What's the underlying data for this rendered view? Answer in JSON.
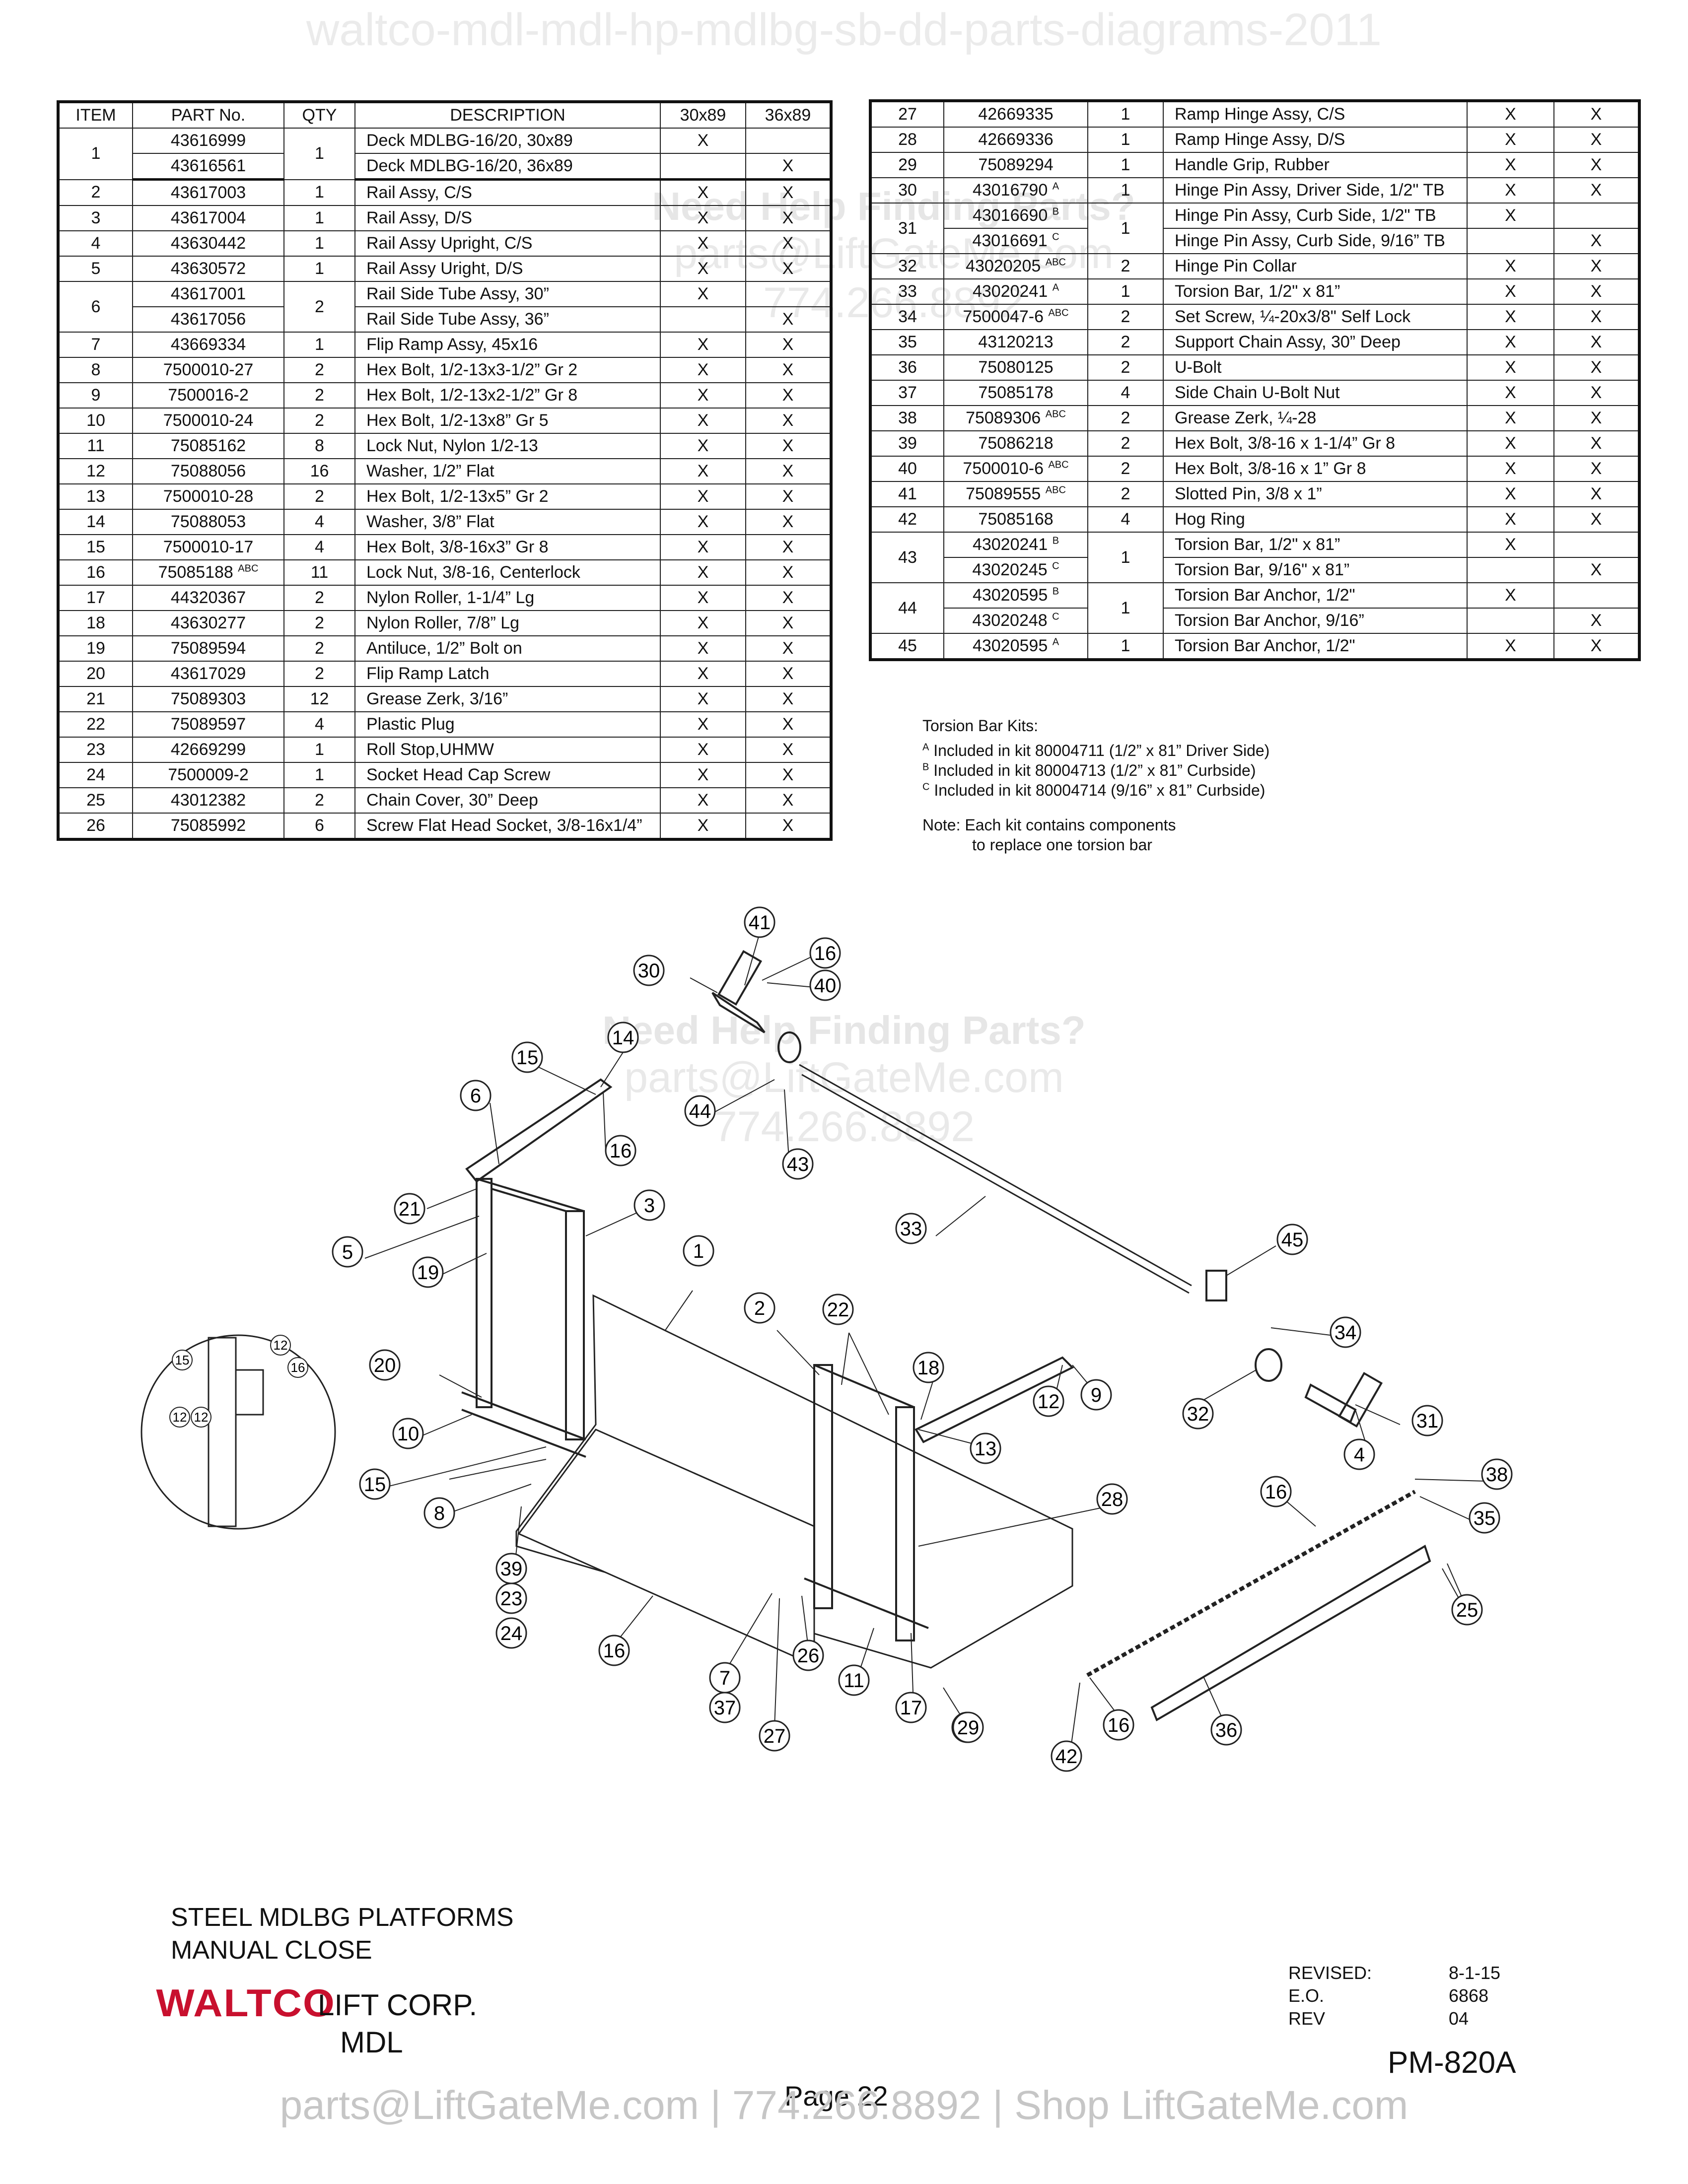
{
  "watermarks": {
    "top": "waltco-mdl-mdl-hp-mdlbg-sb-dd-parts-diagrams-2011",
    "help_line": "Need Help Finding Parts?",
    "email_line": "parts@LiftGateMe.com",
    "phone_line": "774.266.8892",
    "footer": "parts@LiftGateMe.com | 774.266.8892 | Shop LiftGateMe.com"
  },
  "table_left": {
    "headers": [
      "ITEM",
      "PART No.",
      "QTY",
      "DESCRIPTION",
      "30x89",
      "36x89"
    ],
    "rows": [
      {
        "item": "1",
        "part": "43616999",
        "sup": "",
        "qty": "1",
        "desc": "Deck MDLBG-16/20,   30x89",
        "c30": "X",
        "c36": ""
      },
      {
        "item": "",
        "part": "43616561",
        "sup": "",
        "qty": "",
        "desc": "Deck MDLBG-16/20,   36x89",
        "c30": "",
        "c36": "X"
      },
      {
        "item": "2",
        "part": "43617003",
        "sup": "",
        "qty": "1",
        "desc": "Rail Assy, C/S",
        "c30": "X",
        "c36": "X"
      },
      {
        "item": "3",
        "part": "43617004",
        "sup": "",
        "qty": "1",
        "desc": "Rail Assy, D/S",
        "c30": "X",
        "c36": "X"
      },
      {
        "item": "4",
        "part": "43630442",
        "sup": "",
        "qty": "1",
        "desc": "Rail Assy Upright, C/S",
        "c30": "X",
        "c36": "X"
      },
      {
        "item": "5",
        "part": "43630572",
        "sup": "",
        "qty": "1",
        "desc": "Rail Assy Uright, D/S",
        "c30": "X",
        "c36": "X"
      },
      {
        "item": "6",
        "part": "43617001",
        "sup": "",
        "qty": "2",
        "desc": "Rail Side Tube Assy, 30”",
        "c30": "X",
        "c36": ""
      },
      {
        "item": "",
        "part": "43617056",
        "sup": "",
        "qty": "",
        "desc": "Rail Side Tube Assy, 36”",
        "c30": "",
        "c36": "X"
      },
      {
        "item": "7",
        "part": "43669334",
        "sup": "",
        "qty": "1",
        "desc": "Flip Ramp Assy, 45x16",
        "c30": "X",
        "c36": "X"
      },
      {
        "item": "8",
        "part": "7500010-27",
        "sup": "",
        "qty": "2",
        "desc": "Hex Bolt, 1/2-13x3-1/2” Gr 2",
        "c30": "X",
        "c36": "X"
      },
      {
        "item": "9",
        "part": "7500016-2",
        "sup": "",
        "qty": "2",
        "desc": "Hex Bolt, 1/2-13x2-1/2” Gr 8",
        "c30": "X",
        "c36": "X"
      },
      {
        "item": "10",
        "part": "7500010-24",
        "sup": "",
        "qty": "2",
        "desc": "Hex Bolt, 1/2-13x8” Gr 5",
        "c30": "X",
        "c36": "X"
      },
      {
        "item": "11",
        "part": "75085162",
        "sup": "",
        "qty": "8",
        "desc": "Lock Nut, Nylon 1/2-13",
        "c30": "X",
        "c36": "X"
      },
      {
        "item": "12",
        "part": "75088056",
        "sup": "",
        "qty": "16",
        "desc": "Washer, 1/2” Flat",
        "c30": "X",
        "c36": "X"
      },
      {
        "item": "13",
        "part": "7500010-28",
        "sup": "",
        "qty": "2",
        "desc": "Hex Bolt, 1/2-13x5” Gr 2",
        "c30": "X",
        "c36": "X"
      },
      {
        "item": "14",
        "part": "75088053",
        "sup": "",
        "qty": "4",
        "desc": "Washer, 3/8” Flat",
        "c30": "X",
        "c36": "X"
      },
      {
        "item": "15",
        "part": "7500010-17",
        "sup": "",
        "qty": "4",
        "desc": "Hex Bolt, 3/8-16x3” Gr 8",
        "c30": "X",
        "c36": "X"
      },
      {
        "item": "16",
        "part": "75085188",
        "sup": "ABC",
        "qty": "11",
        "desc": "Lock Nut, 3/8-16, Centerlock",
        "c30": "X",
        "c36": "X"
      },
      {
        "item": "17",
        "part": "44320367",
        "sup": "",
        "qty": "2",
        "desc": "Nylon Roller, 1-1/4” Lg",
        "c30": "X",
        "c36": "X"
      },
      {
        "item": "18",
        "part": "43630277",
        "sup": "",
        "qty": "2",
        "desc": "Nylon Roller, 7/8” Lg",
        "c30": "X",
        "c36": "X"
      },
      {
        "item": "19",
        "part": "75089594",
        "sup": "",
        "qty": "2",
        "desc": "Antiluce, 1/2” Bolt on",
        "c30": "X",
        "c36": "X"
      },
      {
        "item": "20",
        "part": "43617029",
        "sup": "",
        "qty": "2",
        "desc": "Flip Ramp Latch",
        "c30": "X",
        "c36": "X"
      },
      {
        "item": "21",
        "part": "75089303",
        "sup": "",
        "qty": "12",
        "desc": "Grease Zerk, 3/16”",
        "c30": "X",
        "c36": "X"
      },
      {
        "item": "22",
        "part": "75089597",
        "sup": "",
        "qty": "4",
        "desc": "Plastic Plug",
        "c30": "X",
        "c36": "X"
      },
      {
        "item": "23",
        "part": "42669299",
        "sup": "",
        "qty": "1",
        "desc": "Roll Stop,UHMW",
        "c30": "X",
        "c36": "X"
      },
      {
        "item": "24",
        "part": "7500009-2",
        "sup": "",
        "qty": "1",
        "desc": "Socket Head Cap Screw",
        "c30": "X",
        "c36": "X"
      },
      {
        "item": "25",
        "part": "43012382",
        "sup": "",
        "qty": "2",
        "desc": "Chain Cover, 30” Deep",
        "c30": "X",
        "c36": "X"
      },
      {
        "item": "26",
        "part": "75085992",
        "sup": "",
        "qty": "6",
        "desc": "Screw Flat Head Socket, 3/8-16x1/4”",
        "c30": "X",
        "c36": "X"
      }
    ]
  },
  "table_right": {
    "rows": [
      {
        "item": "27",
        "part": "42669335",
        "sup": "",
        "qty": "1",
        "desc": "Ramp Hinge Assy, C/S",
        "c30": "X",
        "c36": "X"
      },
      {
        "item": "28",
        "part": "42669336",
        "sup": "",
        "qty": "1",
        "desc": "Ramp Hinge Assy, D/S",
        "c30": "X",
        "c36": "X"
      },
      {
        "item": "29",
        "part": "75089294",
        "sup": "",
        "qty": "1",
        "desc": "Handle Grip, Rubber",
        "c30": "X",
        "c36": "X"
      },
      {
        "item": "30",
        "part": "43016790",
        "sup": "A",
        "qty": "1",
        "desc": "Hinge Pin Assy, Driver Side, 1/2\" TB",
        "c30": "X",
        "c36": "X"
      },
      {
        "item": "31",
        "part": "43016690",
        "sup": "B",
        "qty": "1",
        "desc": "Hinge Pin Assy, Curb Side, 1/2\" TB",
        "c30": "X",
        "c36": ""
      },
      {
        "item": "",
        "part": "43016691",
        "sup": "C",
        "qty": "",
        "desc": "Hinge Pin Assy, Curb Side, 9/16” TB",
        "c30": "",
        "c36": "X"
      },
      {
        "item": "32",
        "part": "43020205",
        "sup": "ABC",
        "qty": "2",
        "desc": "Hinge Pin Collar",
        "c30": "X",
        "c36": "X"
      },
      {
        "item": "33",
        "part": "43020241",
        "sup": "A",
        "qty": "1",
        "desc": "Torsion Bar, 1/2\" x 81”",
        "c30": "X",
        "c36": "X"
      },
      {
        "item": "34",
        "part": "7500047-6",
        "sup": "ABC",
        "qty": "2",
        "desc": "Set Screw, ¼-20x3/8\" Self Lock",
        "c30": "X",
        "c36": "X"
      },
      {
        "item": "35",
        "part": "43120213",
        "sup": "",
        "qty": "2",
        "desc": "Support Chain Assy, 30” Deep",
        "c30": "X",
        "c36": "X"
      },
      {
        "item": "36",
        "part": "75080125",
        "sup": "",
        "qty": "2",
        "desc": "U-Bolt",
        "c30": "X",
        "c36": "X"
      },
      {
        "item": "37",
        "part": "75085178",
        "sup": "",
        "qty": "4",
        "desc": "Side Chain U-Bolt Nut",
        "c30": "X",
        "c36": "X"
      },
      {
        "item": "38",
        "part": "75089306",
        "sup": "ABC",
        "qty": "2",
        "desc": "Grease Zerk, ¼-28",
        "c30": "X",
        "c36": "X"
      },
      {
        "item": "39",
        "part": "75086218",
        "sup": "",
        "qty": "2",
        "desc": "Hex Bolt, 3/8-16 x 1-1/4” Gr 8",
        "c30": "X",
        "c36": "X"
      },
      {
        "item": "40",
        "part": "7500010-6",
        "sup": "ABC",
        "qty": "2",
        "desc": "Hex Bolt, 3/8-16 x 1” Gr 8",
        "c30": "X",
        "c36": "X"
      },
      {
        "item": "41",
        "part": "75089555",
        "sup": "ABC",
        "qty": "2",
        "desc": "Slotted Pin, 3/8 x 1”",
        "c30": "X",
        "c36": "X"
      },
      {
        "item": "42",
        "part": "75085168",
        "sup": "",
        "qty": "4",
        "desc": "Hog Ring",
        "c30": "X",
        "c36": "X"
      },
      {
        "item": "43",
        "part": "43020241",
        "sup": "B",
        "qty": "1",
        "desc": "Torsion Bar, 1/2\" x 81”",
        "c30": "X",
        "c36": ""
      },
      {
        "item": "",
        "part": "43020245",
        "sup": "C",
        "qty": "",
        "desc": "Torsion Bar, 9/16\" x 81”",
        "c30": "",
        "c36": "X"
      },
      {
        "item": "44",
        "part": "43020595",
        "sup": "B",
        "qty": "1",
        "desc": "Torsion Bar Anchor, 1/2\"",
        "c30": "X",
        "c36": ""
      },
      {
        "item": "",
        "part": "43020248",
        "sup": "C",
        "qty": "",
        "desc": "Torsion Bar Anchor, 9/16”",
        "c30": "",
        "c36": "X"
      },
      {
        "item": "45",
        "part": "43020595",
        "sup": "A",
        "qty": "1",
        "desc": "Torsion Bar Anchor, 1/2\"",
        "c30": "X",
        "c36": "X"
      }
    ]
  },
  "notes": {
    "kits_title": "Torsion Bar Kits:",
    "kit_a_sup": "A",
    "kit_a": "Included in kit 80004711  (1/2” x 81” Driver Side)",
    "kit_b_sup": "B",
    "kit_b": "Included in kit 80004713  (1/2” x 81” Curbside)",
    "kit_c_sup": "C",
    "kit_c": "Included in kit 80004714  (9/16” x 81” Curbside)",
    "note1": "Note: Each kit contains components",
    "note2": "to replace one torsion bar"
  },
  "diagram": {
    "callouts": [
      "41",
      "16",
      "30",
      "40",
      "14",
      "15",
      "6",
      "16",
      "44",
      "43",
      "21",
      "3",
      "5",
      "19",
      "1",
      "33",
      "45",
      "2",
      "22",
      "18",
      "20",
      "9",
      "12",
      "10",
      "13",
      "34",
      "32",
      "31",
      "15",
      "8",
      "28",
      "4",
      "38",
      "16",
      "35",
      "39",
      "23",
      "24",
      "16",
      "7",
      "26",
      "11",
      "17",
      "10",
      "29",
      "27",
      "16",
      "36",
      "25",
      "42",
      "37"
    ],
    "detail_callouts": [
      "15",
      "12",
      "16",
      "12",
      "12"
    ]
  },
  "title_block": {
    "line1": "STEEL MDLBG PLATFORMS",
    "line2": "MANUAL CLOSE",
    "logo": "WALTCO",
    "corp": "LIFT CORP.",
    "model": "MDL",
    "revised_label": "REVISED:",
    "revised_value": "8-1-15",
    "eo_label": "E.O.",
    "eo_value": "6868",
    "rev_label": "REV",
    "rev_value": "04",
    "doc_number": "PM-820A",
    "page": "Page 22"
  }
}
